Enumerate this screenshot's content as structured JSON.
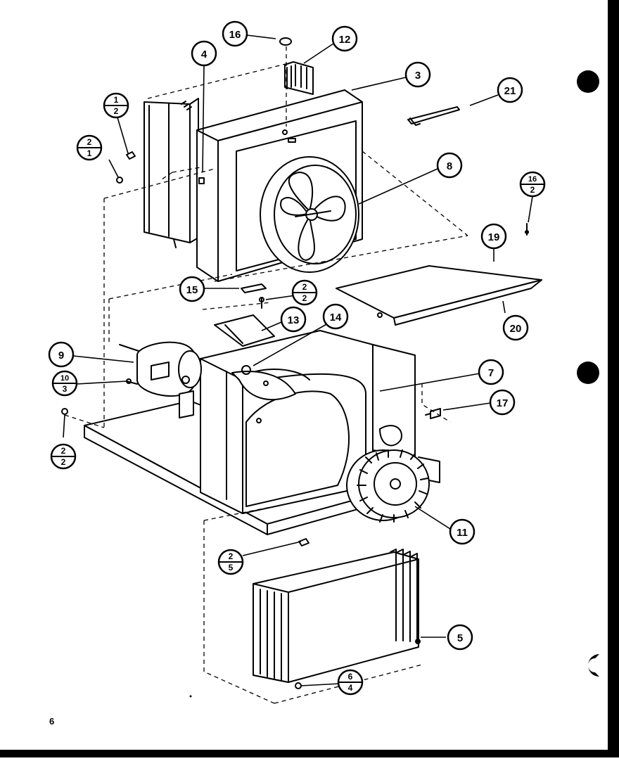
{
  "page_number": "6",
  "callouts": [
    {
      "id": "c16",
      "label": "16"
    },
    {
      "id": "c12",
      "label": "12"
    },
    {
      "id": "c3",
      "label": "3"
    },
    {
      "id": "c4",
      "label": "4"
    },
    {
      "id": "c21",
      "label": "21"
    },
    {
      "id": "c8",
      "label": "8"
    },
    {
      "id": "c19",
      "label": "19"
    },
    {
      "id": "c15",
      "label": "15"
    },
    {
      "id": "c13",
      "label": "13"
    },
    {
      "id": "c14",
      "label": "14"
    },
    {
      "id": "c20",
      "label": "20"
    },
    {
      "id": "c9",
      "label": "9"
    },
    {
      "id": "c7",
      "label": "7"
    },
    {
      "id": "c17",
      "label": "17"
    },
    {
      "id": "c11",
      "label": "11"
    },
    {
      "id": "c5",
      "label": "5"
    }
  ],
  "fraction_callouts": [
    {
      "id": "f1_2",
      "top": "1",
      "bottom": "2"
    },
    {
      "id": "f2_1",
      "top": "2",
      "bottom": "1"
    },
    {
      "id": "f16_2",
      "top": "16",
      "bottom": "2"
    },
    {
      "id": "f2_2a",
      "top": "2",
      "bottom": "2"
    },
    {
      "id": "f10_3",
      "top": "10",
      "bottom": "3"
    },
    {
      "id": "f2_2b",
      "top": "2",
      "bottom": "2"
    },
    {
      "id": "f2_5",
      "top": "2",
      "bottom": "5"
    },
    {
      "id": "f6_4",
      "top": "6",
      "bottom": "4"
    }
  ]
}
